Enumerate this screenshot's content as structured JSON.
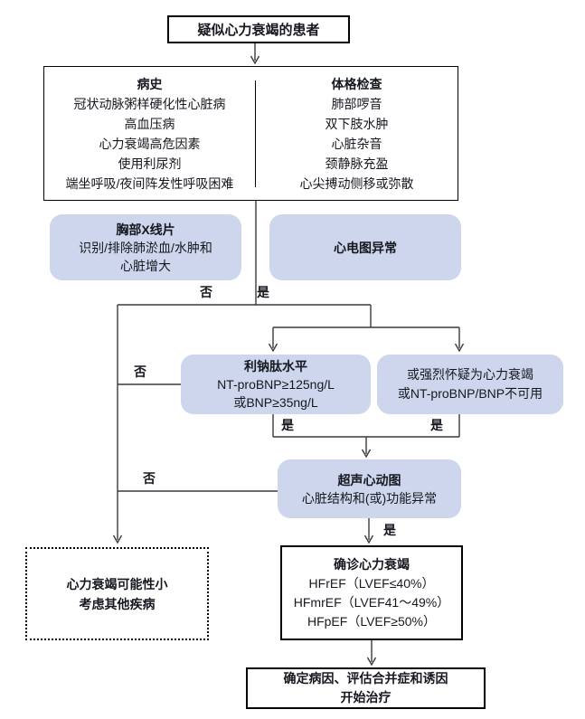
{
  "colors": {
    "node_fill": "#cdd6ec",
    "line": "#3a3a3a",
    "border": "#000000",
    "background": "#ffffff"
  },
  "flow": {
    "suspected": {
      "label": "疑似心力衰竭的患者"
    },
    "history": {
      "title": "病史",
      "items": [
        "冠状动脉粥样硬化性心脏病",
        "高血压病",
        "心力衰竭高危因素",
        "使用利尿剂",
        "端坐呼吸/夜间阵发性呼吸困难"
      ]
    },
    "physical_exam": {
      "title": "体格检查",
      "items": [
        "肺部啰音",
        "双下肢水肿",
        "心脏杂音",
        "颈静脉充盈",
        "心尖搏动侧移或弥散"
      ]
    },
    "chest_xray": {
      "title": "胸部X线片",
      "lines": [
        "识别/排除肺淤血/水肿和",
        "心脏增大"
      ]
    },
    "ecg": {
      "label": "心电图异常"
    },
    "natriuretic": {
      "title": "利钠肽水平",
      "lines": [
        "NT-proBNP≥125ng/L",
        "或BNP≥35ng/L"
      ]
    },
    "strong_suspicion": {
      "lines": [
        "或强烈怀疑为心力衰竭",
        "或NT-proBNP/BNP不可用"
      ]
    },
    "echocardiogram": {
      "title": "超声心动图",
      "lines": [
        "心脏结构和(或)功能异常"
      ]
    },
    "unlikely": {
      "lines": [
        "心力衰竭可能性小",
        "考虑其他疾病"
      ]
    },
    "confirmed": {
      "title": "确诊心力衰竭",
      "lines": [
        "HFrEF（LVEF≤40%）",
        "HFmrEF（LVEF41～49%）",
        "HFpEF（LVEF≥50%）"
      ]
    },
    "treatment": {
      "lines": [
        "确定病因、评估合并症和诱因",
        "开始治疗"
      ]
    }
  },
  "branch_labels": {
    "xray_no": "否",
    "ecg_yes": "是",
    "natriuretic_no": "否",
    "natriuretic_yes": "是",
    "suspicion_yes": "是",
    "echo_no": "否",
    "echo_yes": "是"
  }
}
